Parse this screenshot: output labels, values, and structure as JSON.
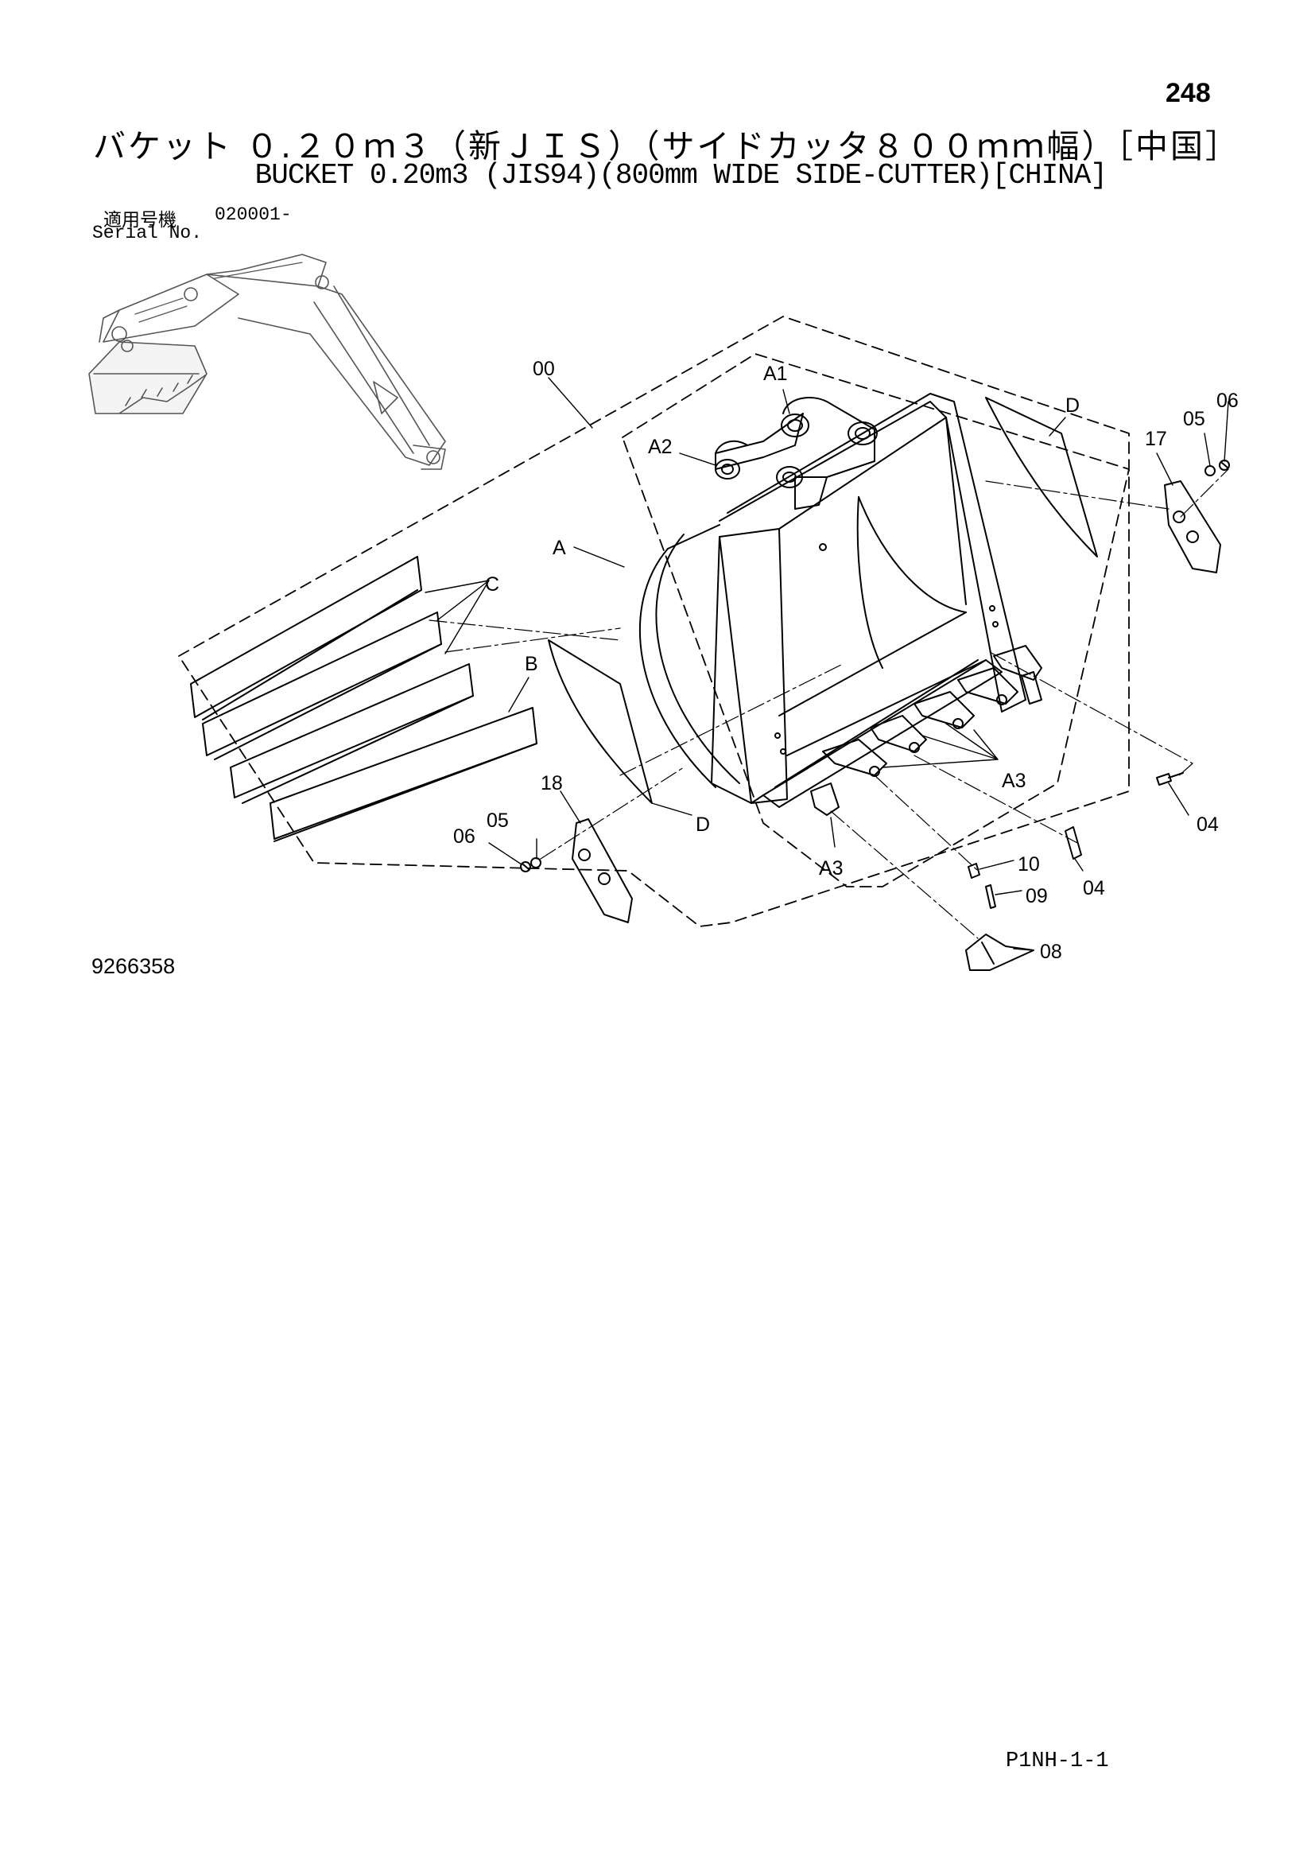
{
  "page_number": "248",
  "title_jp": "バケット ０.２０ｍ３（新ＪＩＳ）（サイドカッタ８００ｍｍ幅）［中国］",
  "title_en": "BUCKET 0.20m3 (JIS94)(800mm WIDE SIDE-CUTTER)[CHINA]",
  "serial": {
    "label_jp": "適用号機",
    "number": "020001-",
    "label_en": "Serial No."
  },
  "callouts": {
    "c00": "00",
    "a1": "A1",
    "a2": "A2",
    "a": "A",
    "c": "C",
    "b": "B",
    "d_top": "D",
    "d_bottom": "D",
    "c17": "17",
    "c05_right": "05",
    "c06_right": "06",
    "a3_right": "A3",
    "a3_bottom": "A3",
    "c18": "18",
    "c05_left": "05",
    "c06_left": "06",
    "c04_right": "04",
    "c04_mid": "04",
    "c10": "10",
    "c09": "09",
    "c08": "08"
  },
  "drawing_number": "9266358",
  "page_code": "P1NH-1-1"
}
